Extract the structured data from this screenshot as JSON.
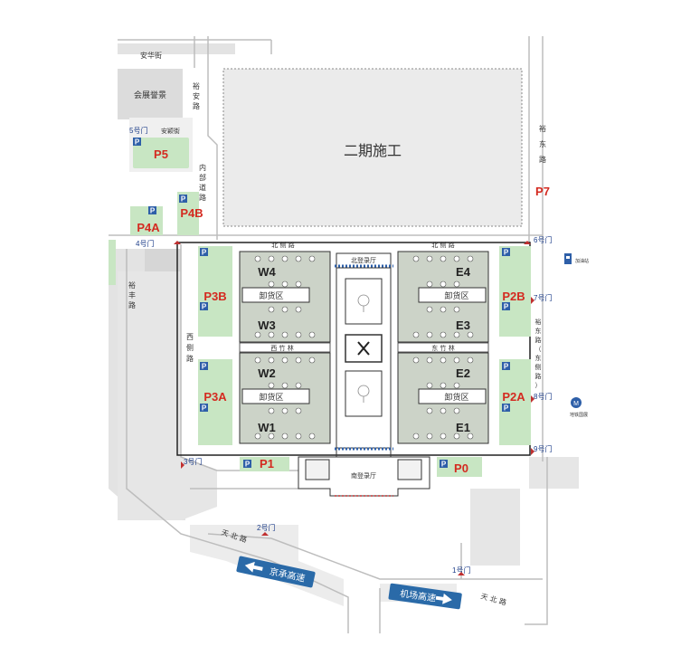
{
  "colors": {
    "road": "#e3e3e3",
    "parking": "#c8e6c3",
    "hall": "#ccd3c8",
    "hall_border": "#333333",
    "parking_text": "#d42a20",
    "gate_text": "#1f3f8a",
    "highway_sign": "#2a6aa8",
    "p_sign": "#2e5fa8"
  },
  "streets": {
    "anhua": "安华街",
    "yuan": [
      "裕",
      "安",
      "路"
    ],
    "anying": "安颖街",
    "inner_road": [
      "内",
      "部",
      "道",
      "路"
    ],
    "yufeng": [
      "裕",
      "丰",
      "路"
    ],
    "yudong_top": [
      "裕",
      "东",
      "路"
    ],
    "yudong_side": [
      "裕",
      "东",
      "路",
      "（",
      "东",
      "侧",
      "路",
      "）"
    ],
    "west_side": [
      "西",
      "侧",
      "路"
    ],
    "north_side_w": "北 侧 路",
    "north_side_e": "北 侧 路",
    "tianbei_left": "天 北 路",
    "tianbei_right": "天 北 路",
    "xizhulin": "西 竹 林",
    "dongzhulin": "东 竹 林"
  },
  "areas": {
    "huizhan": "会展誉景",
    "construction": "二期施工",
    "north_hall": "北登录厅",
    "south_hall": "南登录厅",
    "unload": "卸货区",
    "gas": "加油站",
    "metro": "地铁国展"
  },
  "halls": [
    "W4",
    "W3",
    "W2",
    "W1",
    "E4",
    "E3",
    "E2",
    "E1"
  ],
  "parking": [
    "P5",
    "P4A",
    "P4B",
    "P7",
    "P3B",
    "P3A",
    "P2B",
    "P2A",
    "P1",
    "P0"
  ],
  "gates": {
    "g1": "1号门",
    "g2": "2号门",
    "g3": "3号门",
    "g4": "4号门",
    "g5": "5号门",
    "g6": "6号门",
    "g7": "7号门",
    "g8": "8号门",
    "g9": "9号门"
  },
  "highways": {
    "jingcheng": "京承高速",
    "airport": "机场高速"
  },
  "icons": {
    "parking": "P",
    "gas": "fuel-pump-icon",
    "metro": "metro-icon",
    "food": "fork-knife-icon",
    "tree": "tree-icon"
  }
}
